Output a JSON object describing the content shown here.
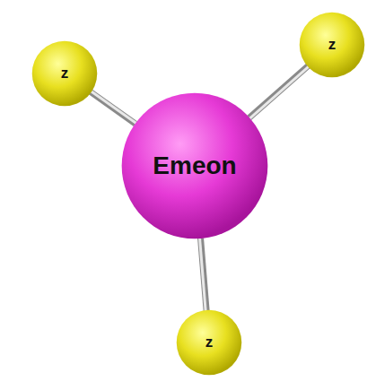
{
  "diagram": {
    "nodes": [
      {
        "text": [
          "z"
        ]
      },
      {
        "text": [
          "z"
        ]
      },
      {
        "text": [
          "Emeon"
        ]
      },
      {
        "text": [
          "z"
        ]
      }
    ],
    "edges": [
      {
        "from": 2,
        "to": 0,
        "arrow": "none"
      },
      {
        "from": 2,
        "to": 1,
        "arrow": "none"
      },
      {
        "from": 2,
        "to": 3,
        "arrow": "none"
      }
    ]
  }
}
